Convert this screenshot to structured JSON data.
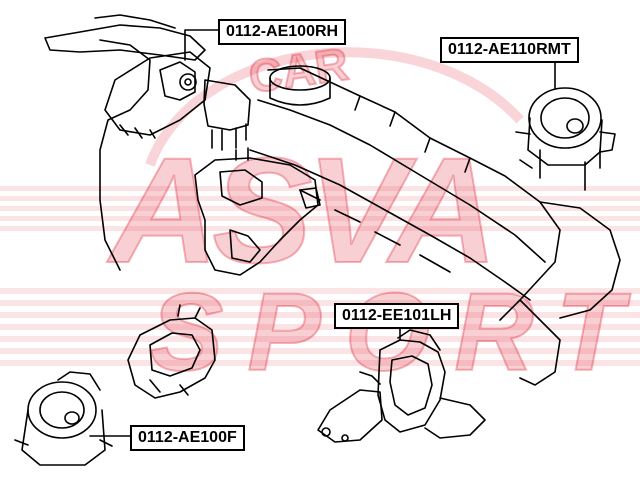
{
  "watermark": {
    "brand_color": "#e0283a",
    "word_top": "ASVA",
    "word_bottom": "SPORT",
    "ring_text": "CAR"
  },
  "labels": {
    "rh": "0112-AE100RH",
    "rmt": "0112-AE110RMT",
    "lh": "0112-EE101LH",
    "f": "0112-AE100F"
  }
}
